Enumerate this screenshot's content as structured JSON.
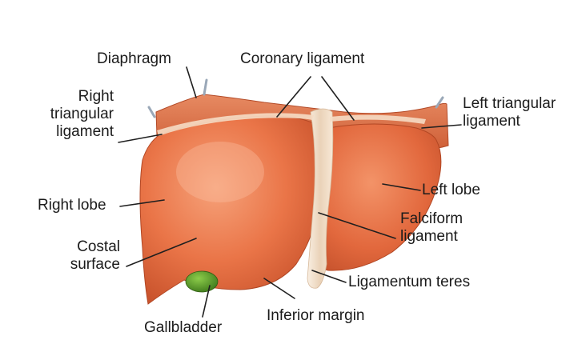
{
  "labels": {
    "diaphragm": "Diaphragm",
    "coronary_ligament": "Coronary ligament",
    "right_triangular_ligament": [
      "Right",
      "triangular",
      "ligament"
    ],
    "left_triangular_ligament": [
      "Left triangular",
      "ligament"
    ],
    "right_lobe": "Right lobe",
    "left_lobe": "Left lobe",
    "costal_surface": [
      "Costal",
      "surface"
    ],
    "falciform_ligament": [
      "Falciform",
      "ligament"
    ],
    "ligamentum_teres": "Ligamentum teres",
    "gallbladder": "Gallbladder",
    "inferior_margin": "Inferior margin"
  },
  "colors": {
    "liver_light": "#f08a5c",
    "liver_mid": "#e3683e",
    "liver_dark": "#c24d28",
    "diaphragm": "#d9704a",
    "ligament": "#f3e2cf",
    "gallbladder": "#6aa233"
  }
}
